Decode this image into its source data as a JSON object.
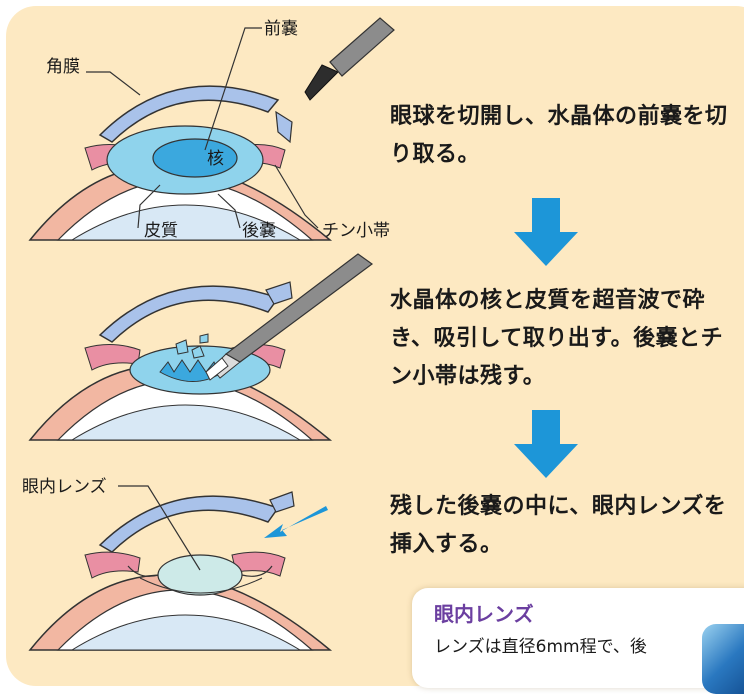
{
  "labels": {
    "cornea": "角膜",
    "anterior_capsule": "前嚢",
    "nucleus": "核",
    "cortex": "皮質",
    "posterior_capsule": "後嚢",
    "zonule": "チン小帯",
    "iol": "眼内レンズ"
  },
  "steps": [
    {
      "text": "眼球を切開し、水晶体の前嚢を切り取る。"
    },
    {
      "text": "水晶体の核と皮質を超音波で砕き、吸引して取り出す。後嚢とチン小帯は残す。"
    },
    {
      "text": "残した後嚢の中に、眼内レンズを挿入する。"
    }
  ],
  "note": {
    "title": "眼内レンズ",
    "body": "レンズは直径6mm程で、後"
  },
  "colors": {
    "background": "#fde9c2",
    "cornea": "#a9c2ea",
    "sclera": "#f2b7a2",
    "iris": "#e98fa3",
    "lens": "#8fd3ec",
    "nucleus": "#3ba8de",
    "arrow": "#1d96d8",
    "title": "#6b3fa0"
  }
}
